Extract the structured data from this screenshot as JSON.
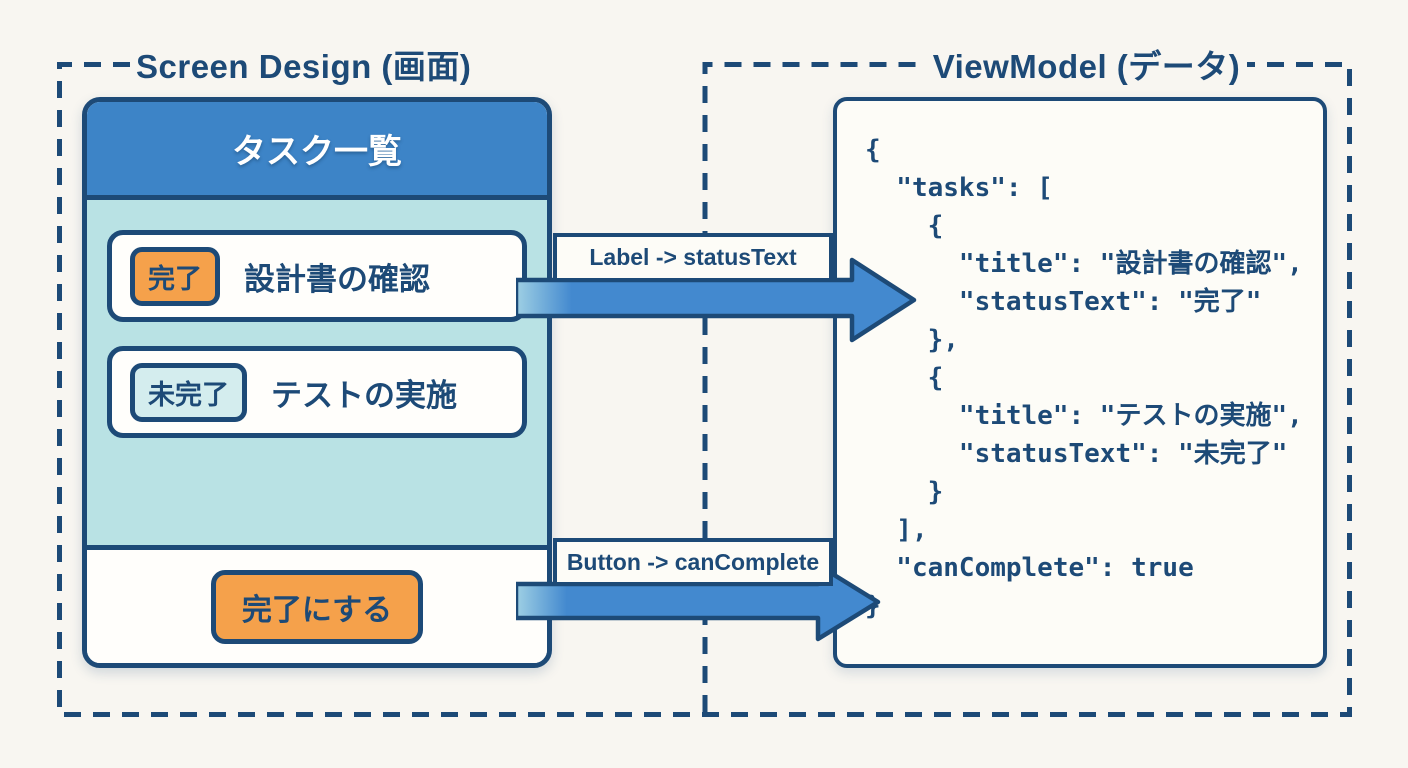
{
  "titles": {
    "left": "Screen Design (画面)",
    "right": "ViewModel (データ)"
  },
  "screen": {
    "header": "タスク一覧",
    "tasks": [
      {
        "badge": "完了",
        "title": "設計書の確認"
      },
      {
        "badge": "未完了",
        "title": "テストの実施"
      }
    ],
    "button_label": "完了にする"
  },
  "arrows": [
    {
      "label": "Label -> statusText"
    },
    {
      "label": "Button -> canComplete"
    }
  ],
  "viewmodel": {
    "code_lines": [
      "{",
      "  \"tasks\": [",
      "    {",
      "      \"title\": \"設計書の確認\",",
      "      \"statusText\": \"完了\"",
      "    },",
      "    {",
      "      \"title\": \"テストの実施\",",
      "      \"statusText\": \"未完了\"",
      "    }",
      "  ],",
      "  \"canComplete\": true",
      "}"
    ]
  },
  "colors": {
    "navy": "#1d4a77",
    "header_blue": "#3d84c7",
    "arrow_blue": "#4389cf",
    "list_teal": "#b9e2e4",
    "badge_todo": "#d4edee",
    "accent_orange": "#f5a14b",
    "background": "#f8f6f1"
  }
}
